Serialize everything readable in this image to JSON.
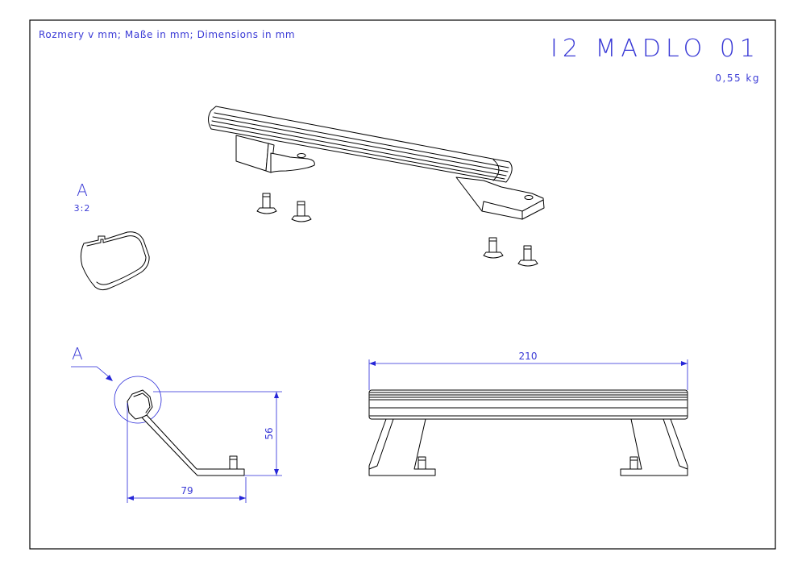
{
  "header": {
    "units_note": "Rozmery v mm; Maße in mm; Dimensions in mm",
    "part_title": "I2 MADLO 01",
    "mass": "0,55 kg"
  },
  "detail_view": {
    "label": "A",
    "scale": "3:2"
  },
  "side_view": {
    "section_callout": "A",
    "height_dim": "56",
    "width_dim": "79"
  },
  "front_view": {
    "length_dim": "210"
  },
  "colors": {
    "frame": "#000000",
    "annotation": "#3a3ad6",
    "dimension": "#2626d8"
  }
}
